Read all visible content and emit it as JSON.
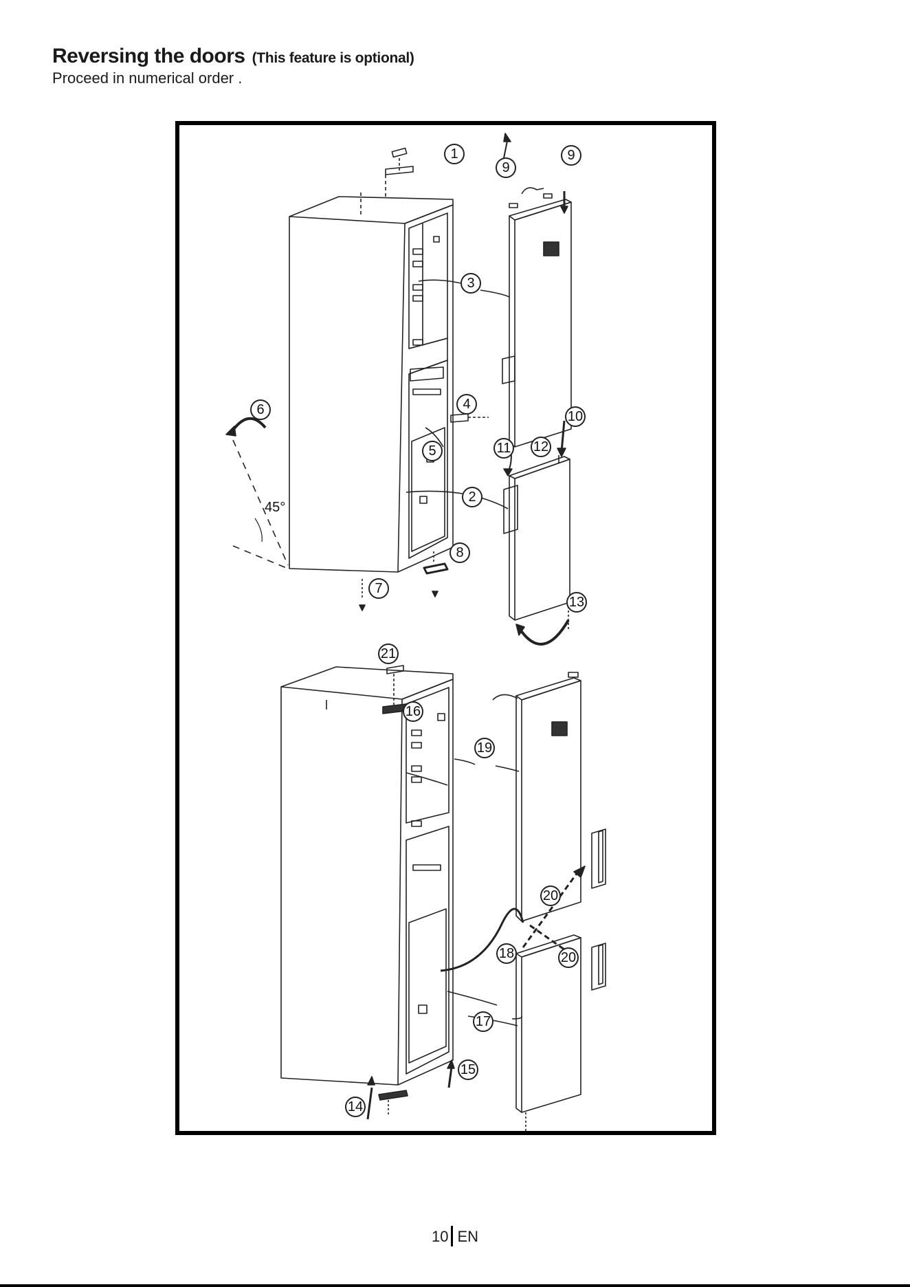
{
  "heading": {
    "title": "Reversing the doors",
    "note": "(This feature is optional)"
  },
  "instruction": "Proceed in numerical order .",
  "figure": {
    "step_labels": [
      "1",
      "2",
      "3",
      "4",
      "5",
      "6",
      "7",
      "8",
      "9",
      "9",
      "10",
      "11",
      "12",
      "13",
      "14",
      "15",
      "16",
      "17",
      "18",
      "19",
      "20",
      "20",
      "21"
    ],
    "angle_label": "45°"
  },
  "footer": {
    "page_number": "10",
    "language": "EN"
  }
}
